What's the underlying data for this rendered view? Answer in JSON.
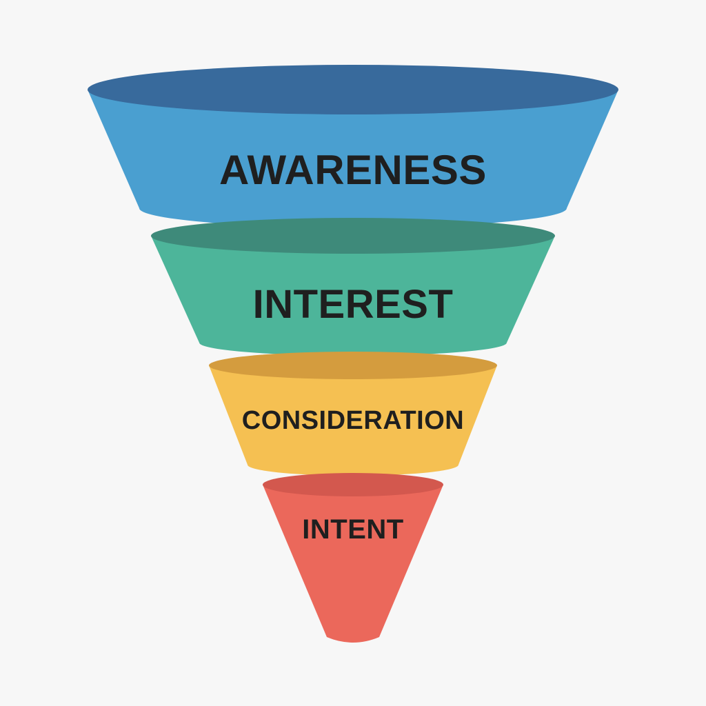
{
  "diagram": {
    "type": "funnel",
    "stages": [
      {
        "label": "AWARENESS",
        "color": "#4a9fd0",
        "rim_color": "#386a9c"
      },
      {
        "label": "INTEREST",
        "color": "#4db59a",
        "rim_color": "#3e8a7a"
      },
      {
        "label": "CONSIDERATION",
        "color": "#f5c052",
        "rim_color": "#d49c3e"
      },
      {
        "label": "INTENT",
        "color": "#eb685b",
        "rim_color": "#d3584e"
      }
    ],
    "background_color": "#f7f7f7"
  }
}
